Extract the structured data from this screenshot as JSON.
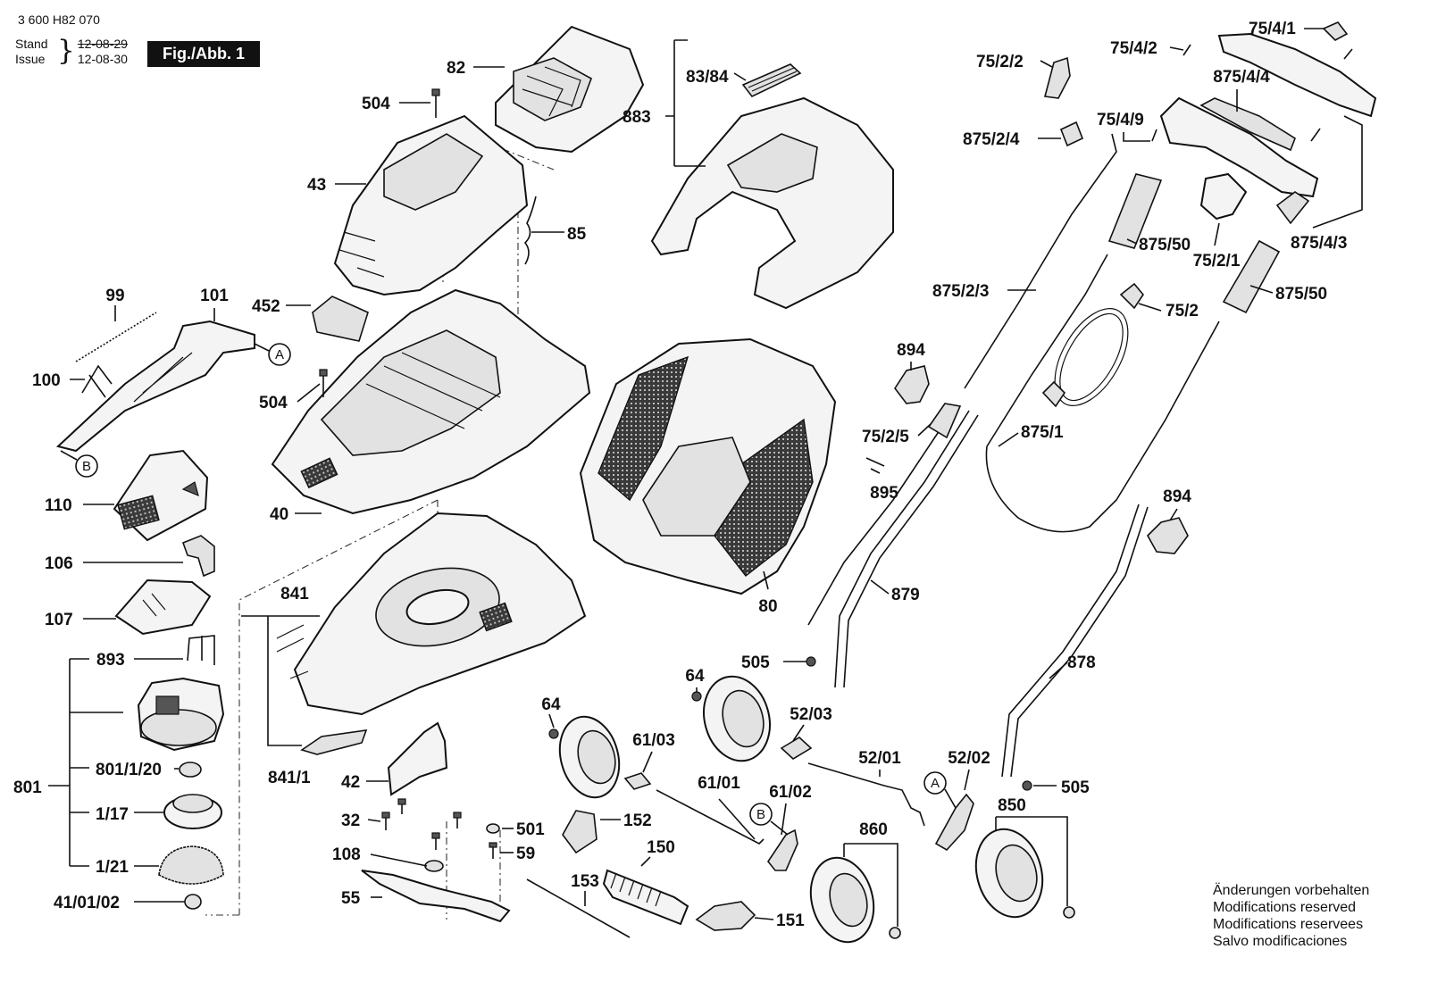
{
  "header": {
    "doc_number": "3 600 H82 070",
    "stand_label": "Stand",
    "issue_label": "Issue",
    "stand_date": "12-08-29",
    "issue_date": "12-08-30",
    "figure_label": "Fig./Abb. 1"
  },
  "callouts": {
    "a": "A",
    "b": "B"
  },
  "labels": {
    "p82": "82",
    "p504a": "504",
    "p43": "43",
    "p85": "85",
    "p83_84": "83/84",
    "p883": "883",
    "p99": "99",
    "p101": "101",
    "p452": "452",
    "p504b": "504",
    "p100": "100",
    "p110": "110",
    "p40": "40",
    "p106": "106",
    "p107": "107",
    "p841": "841",
    "p893": "893",
    "p801": "801",
    "p801_1_20": "801/1/20",
    "p1_17": "1/17",
    "p1_21": "1/21",
    "p41_01_02": "41/01/02",
    "p841_1": "841/1",
    "p42": "42",
    "p32": "32",
    "p108": "108",
    "p55": "55",
    "p501": "501",
    "p59": "59",
    "p80": "80",
    "p64a": "64",
    "p64b": "64",
    "p61_03": "61/03",
    "p61_01": "61/01",
    "p61_02": "61/02",
    "p152": "152",
    "p150": "150",
    "p153": "153",
    "p151": "151",
    "p52_03": "52/03",
    "p52_01": "52/01",
    "p52_02": "52/02",
    "p860": "860",
    "p850": "850",
    "p505a": "505",
    "p505b": "505",
    "p878": "878",
    "p879": "879",
    "p895": "895",
    "p75_2_5": "75/2/5",
    "p894a": "894",
    "p894b": "894",
    "p875_1": "875/1",
    "p875_2_3": "875/2/3",
    "p75_2": "75/2",
    "p875_50a": "875/50",
    "p875_50b": "875/50",
    "p75_2_1": "75/2/1",
    "p875_4_3": "875/4/3",
    "p75_2_2": "75/2/2",
    "p875_2_4": "875/2/4",
    "p75_4_2": "75/4/2",
    "p75_4_1": "75/4/1",
    "p875_4_4": "875/4/4",
    "p75_4_9": "75/4/9"
  },
  "notes": [
    "Änderungen vorbehalten",
    "Modifications reserved",
    "Modifications reservees",
    "Salvo modificaciones"
  ]
}
